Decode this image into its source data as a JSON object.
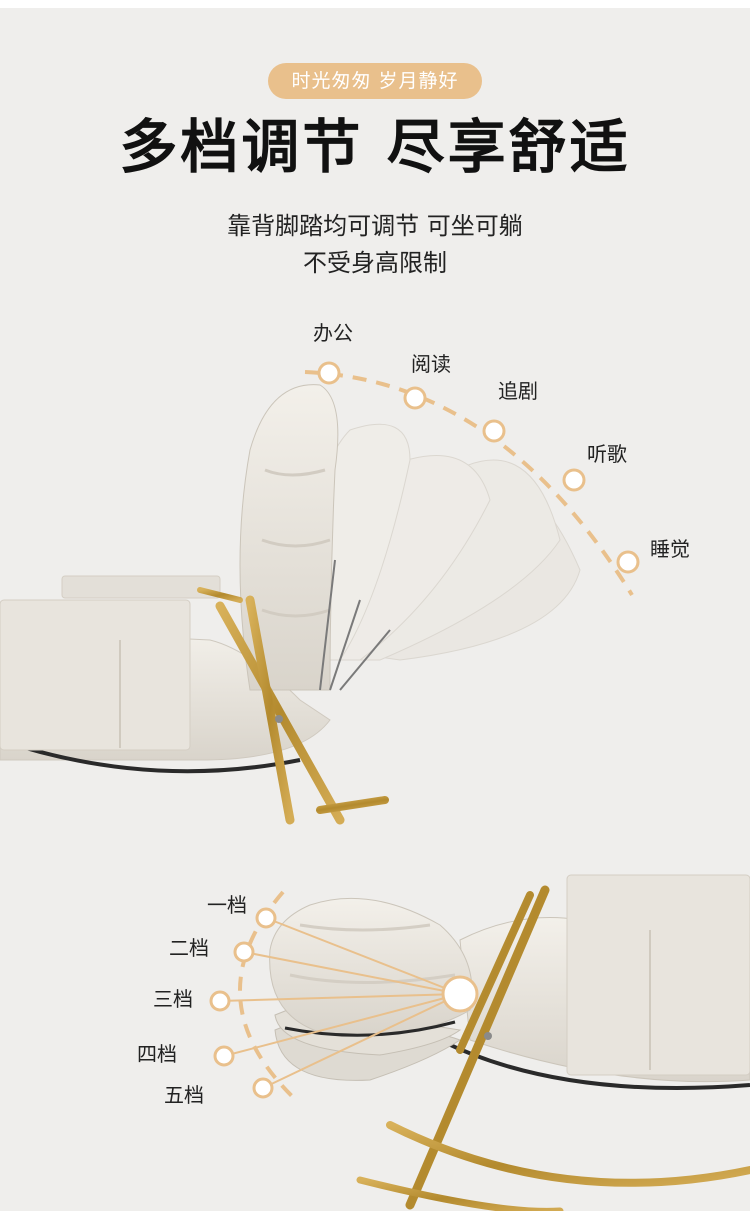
{
  "header": {
    "tagline": "时光匆匆 岁月静好",
    "headline": "多档调节 尽享舒适",
    "subtitle_line1": "靠背脚踏均可调节 可坐可躺",
    "subtitle_line2": "不受身高限制"
  },
  "backrest_modes": [
    "办公",
    "阅读",
    "追剧",
    "听歌",
    "睡觉"
  ],
  "footrest_levels": [
    "一档",
    "二档",
    "三档",
    "四档",
    "五档"
  ],
  "colors": {
    "background": "#efeeec",
    "accent": "#e9c08c",
    "gold_frame": "#c49a3c",
    "cushion": "#e9e5de",
    "text": "#111111"
  }
}
